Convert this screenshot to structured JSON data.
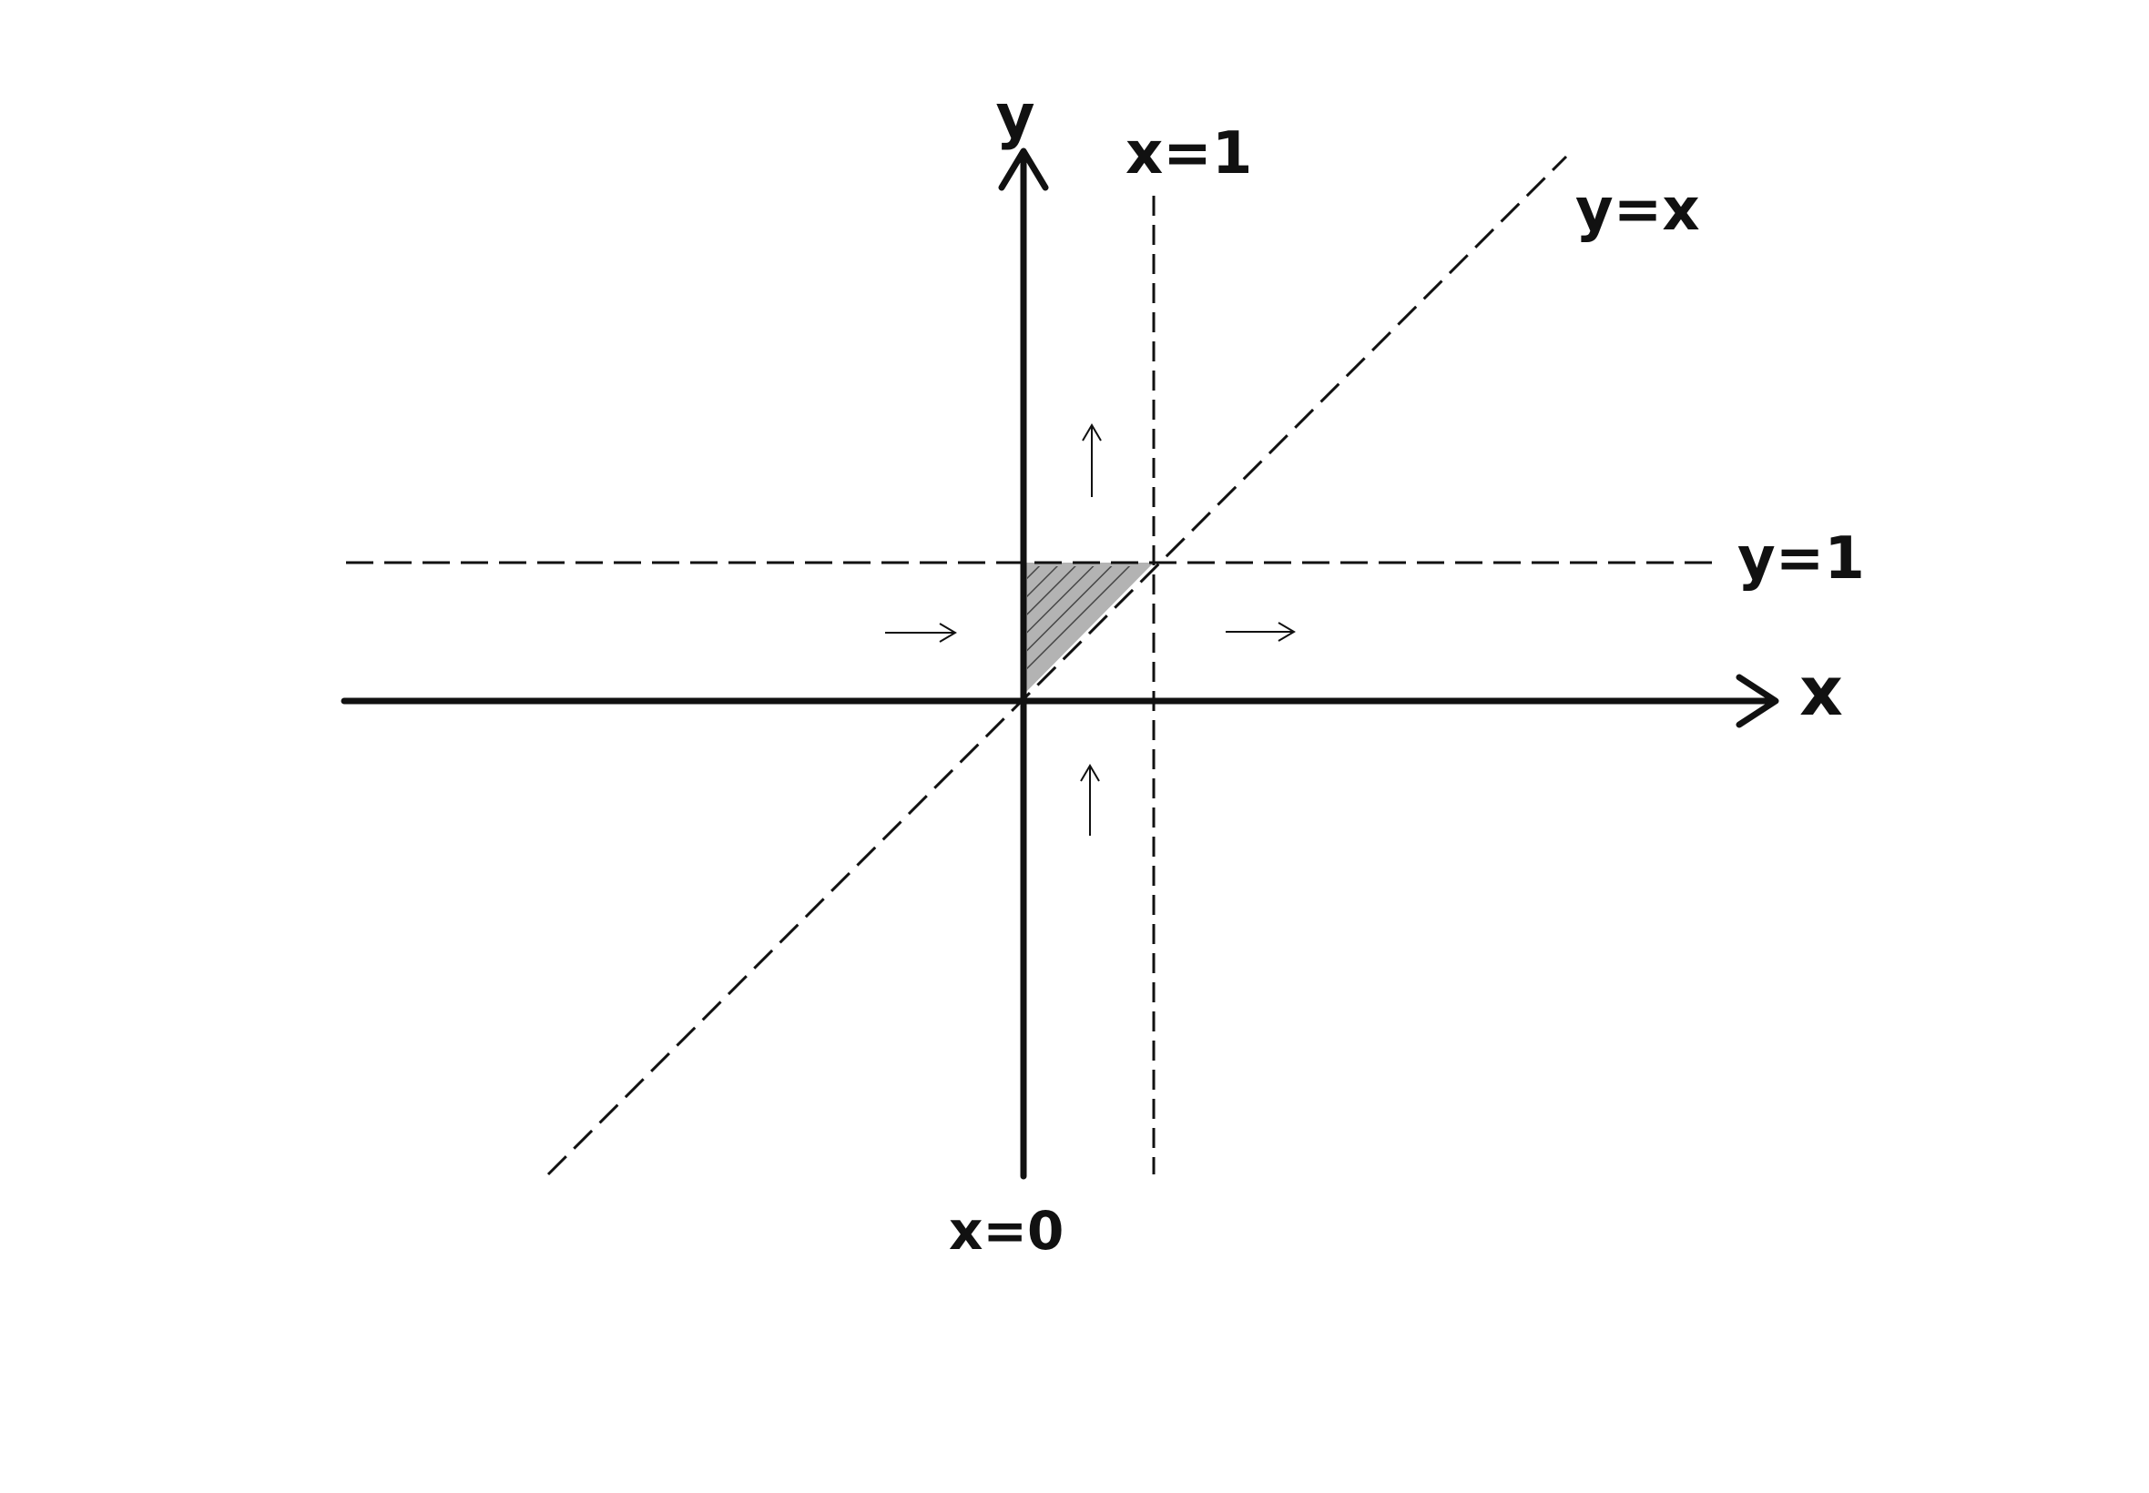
{
  "diagram": {
    "axes": {
      "x_label": "x",
      "y_label": "y"
    },
    "lines": {
      "x0": {
        "label": "x=0",
        "equation": "x = 0",
        "style": "solid"
      },
      "x1": {
        "label": "x=1",
        "equation": "x = 1",
        "style": "dashed"
      },
      "y1": {
        "label": "y=1",
        "equation": "y = 1",
        "style": "dashed"
      },
      "yx": {
        "label": "y=x",
        "equation": "y = x",
        "style": "dashed"
      }
    },
    "shaded_region": {
      "vertices": [
        [
          0,
          0
        ],
        [
          0,
          1
        ],
        [
          1,
          1
        ]
      ],
      "fill": "#b3b3b3",
      "hatch": true
    },
    "arrows": [
      {
        "direction": "right",
        "region": "left of y-axis, between y=0 and y=1"
      },
      {
        "direction": "right",
        "region": "right of x=1, between y=0 and y=1"
      },
      {
        "direction": "up",
        "region": "between x=0 and x=1, above y=1"
      },
      {
        "direction": "up",
        "region": "between x=0 and x=1, below y=0"
      }
    ],
    "colors": {
      "ink": "#111111",
      "shade": "#b3b3b3",
      "background": "#ffffff"
    }
  }
}
